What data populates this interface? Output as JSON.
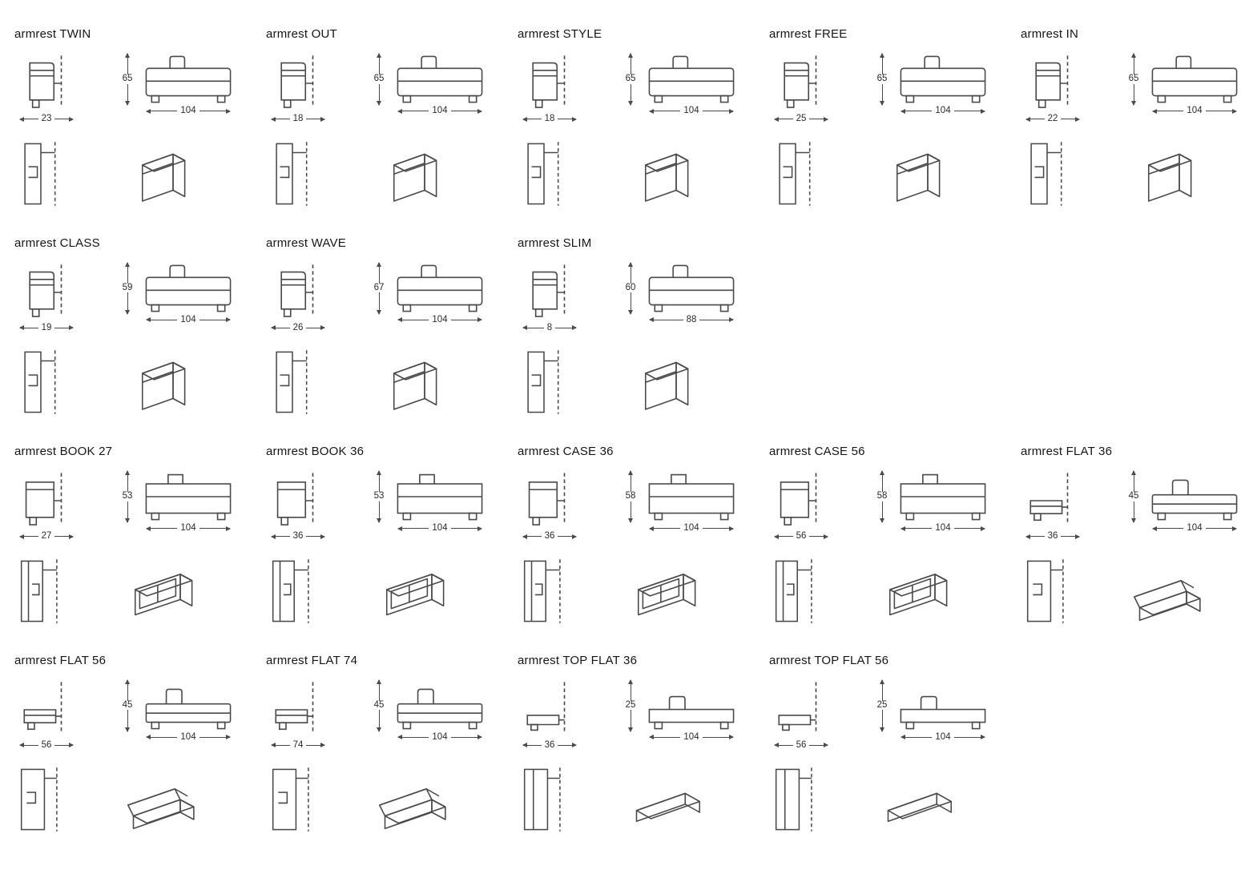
{
  "page": {
    "background": "#ffffff",
    "line_color": "#4a4a4a",
    "text_color": "#1c1c1c",
    "description": "armrest technical drawings catalog"
  },
  "rows": [
    {
      "items": [
        {
          "title": "armrest TWIN",
          "side_width": "23",
          "height": "65",
          "front_width": "104",
          "drawing": "high"
        },
        {
          "title": "armrest OUT",
          "side_width": "18",
          "height": "65",
          "front_width": "104",
          "drawing": "high"
        },
        {
          "title": "armrest STYLE",
          "side_width": "18",
          "height": "65",
          "front_width": "104",
          "drawing": "high"
        },
        {
          "title": "armrest FREE",
          "side_width": "25",
          "height": "65",
          "front_width": "104",
          "drawing": "high"
        },
        {
          "title": "armrest IN",
          "side_width": "22",
          "height": "65",
          "front_width": "104",
          "drawing": "high"
        }
      ]
    },
    {
      "items": [
        {
          "title": "armrest CLASS",
          "side_width": "19",
          "height": "59",
          "front_width": "104",
          "drawing": "high"
        },
        {
          "title": "armrest WAVE",
          "side_width": "26",
          "height": "67",
          "front_width": "104",
          "drawing": "high"
        },
        {
          "title": "armrest SLIM",
          "side_width": "8",
          "height": "60",
          "front_width": "88",
          "drawing": "high"
        }
      ]
    },
    {
      "items": [
        {
          "title": "armrest BOOK 27",
          "side_width": "27",
          "height": "53",
          "front_width": "104",
          "drawing": "shelf"
        },
        {
          "title": "armrest BOOK 36",
          "side_width": "36",
          "height": "53",
          "front_width": "104",
          "drawing": "shelf"
        },
        {
          "title": "armrest CASE 36",
          "side_width": "36",
          "height": "58",
          "front_width": "104",
          "drawing": "shelf"
        },
        {
          "title": "armrest CASE 56",
          "side_width": "56",
          "height": "58",
          "front_width": "104",
          "drawing": "shelf"
        },
        {
          "title": "armrest FLAT 36",
          "side_width": "36",
          "height": "45",
          "front_width": "104",
          "drawing": "flat"
        }
      ]
    },
    {
      "items": [
        {
          "title": "armrest FLAT 56",
          "side_width": "56",
          "height": "45",
          "front_width": "104",
          "drawing": "flat"
        },
        {
          "title": "armrest FLAT 74",
          "side_width": "74",
          "height": "45",
          "front_width": "104",
          "drawing": "flat"
        },
        {
          "title": "armrest TOP FLAT 36",
          "side_width": "36",
          "height": "25",
          "front_width": "104",
          "drawing": "slab"
        },
        {
          "title": "armrest TOP FLAT 56",
          "side_width": "56",
          "height": "25",
          "front_width": "104",
          "drawing": "slab"
        }
      ]
    }
  ]
}
